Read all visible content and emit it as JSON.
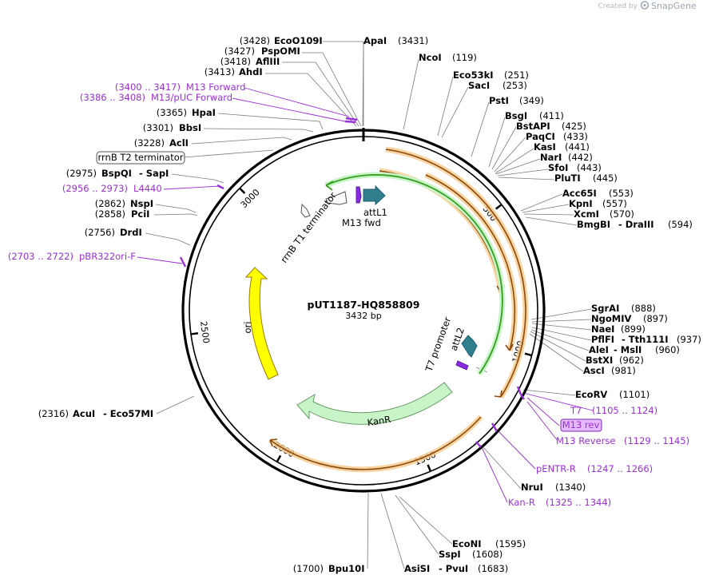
{
  "plasmid": {
    "name": "pUT1187-HQ858809",
    "length": "3432 bp"
  },
  "branding": {
    "created_by": "Created by",
    "product": "SnapGene"
  },
  "ticks": [
    {
      "bp": 500,
      "label": "500"
    },
    {
      "bp": 1000,
      "label": "1000"
    },
    {
      "bp": 1500,
      "label": "1500"
    },
    {
      "bp": 2000,
      "label": "2000"
    },
    {
      "bp": 2500,
      "label": "2500"
    },
    {
      "bp": 3000,
      "label": "3000"
    }
  ],
  "enzymes": [
    {
      "pos": "(3428)",
      "name": "EcoO109I"
    },
    {
      "pos": "(3427)",
      "name": "PspOMI"
    },
    {
      "pos": "(3418)",
      "name": "AflIII"
    },
    {
      "pos": "(3413)",
      "name": "AhdI"
    },
    {
      "pos": "(3365)",
      "name": "HpaI"
    },
    {
      "pos": "(3301)",
      "name": "BbsI"
    },
    {
      "pos": "(3228)",
      "name": "AclI"
    },
    {
      "pos": "(2975)",
      "name": "BspQI",
      "extra": "- SapI"
    },
    {
      "pos": "(2862)",
      "name": "NspI"
    },
    {
      "pos": "(2858)",
      "name": "PciI"
    },
    {
      "pos": "(2756)",
      "name": "DrdI"
    },
    {
      "pos": "(2316)",
      "name": "AcuI",
      "extra": "- Eco57MI"
    },
    {
      "pos": "(1700)",
      "name": "Bpu10I"
    },
    {
      "name": "ApaI",
      "pos": "(3431)"
    },
    {
      "name": "NcoI",
      "pos": "(119)"
    },
    {
      "name": "Eco53kI",
      "pos": "(251)"
    },
    {
      "name": "SacI",
      "pos": "(253)"
    },
    {
      "name": "PstI",
      "pos": "(349)"
    },
    {
      "name": "BsgI",
      "pos": "(411)"
    },
    {
      "name": "BstAPI",
      "pos": "(425)"
    },
    {
      "name": "PaqCI",
      "pos": "(433)"
    },
    {
      "name": "KasI",
      "pos": "(441)"
    },
    {
      "name": "NarI",
      "pos": "(442)"
    },
    {
      "name": "SfoI",
      "pos": "(443)"
    },
    {
      "name": "PluTI",
      "pos": "(445)"
    },
    {
      "name": "Acc65I",
      "pos": "(553)"
    },
    {
      "name": "KpnI",
      "pos": "(557)"
    },
    {
      "name": "XcmI",
      "pos": "(570)"
    },
    {
      "name": "BmgBI",
      "extra": "- DraIII",
      "pos": "(594)"
    },
    {
      "name": "SgrAI",
      "pos": "(888)"
    },
    {
      "name": "NgoMIV",
      "pos": "(897)"
    },
    {
      "name": "NaeI",
      "pos": "(899)"
    },
    {
      "name": "PflFI",
      "extra": "- Tth111I",
      "pos": "(937)"
    },
    {
      "name": "AleI",
      "extra": "- MslI",
      "pos": "(960)"
    },
    {
      "name": "BstXI",
      "pos": "(962)"
    },
    {
      "name": "AscI",
      "pos": "(981)"
    },
    {
      "name": "EcoRV",
      "pos": "(1101)"
    },
    {
      "name": "NruI",
      "pos": "(1340)"
    },
    {
      "name": "EcoNI",
      "pos": "(1595)"
    },
    {
      "name": "SspI",
      "pos": "(1608)"
    },
    {
      "name": "AsiSI",
      "extra": "- PvuI",
      "pos": "(1683)"
    }
  ],
  "primers": [
    {
      "range": "(3400 .. 3417)",
      "name": "M13 Forward"
    },
    {
      "range": "(3386 .. 3408)",
      "name": "M13/pUC Forward"
    },
    {
      "range": "(2956 .. 2973)",
      "name": "L4440"
    },
    {
      "range": "(2703 .. 2722)",
      "name": "pBR322ori-F"
    },
    {
      "name": "T7",
      "range": "(1105 .. 1124)"
    },
    {
      "name": "M13 rev"
    },
    {
      "name": "M13 Reverse",
      "range": "(1129 .. 1145)"
    },
    {
      "name": "pENTR-R",
      "range": "(1247 .. 1266)"
    },
    {
      "name": "Kan-R",
      "range": "(1325 .. 1344)"
    }
  ],
  "features": {
    "outer_box": "rrnB T2 terminator",
    "rrnB_T1": "rrnB T1 terminator",
    "m13_fwd": "M13 fwd",
    "attL1": "attL1",
    "attL2": "attL2",
    "t7_promoter": "T7 promoter",
    "kanr": "KanR",
    "ori": "ori"
  },
  "colors": {
    "primer": "#9a2fd6",
    "orf_orange": "#d98a2a",
    "kanr_fill": "#c8f5c8",
    "ori_fill": "#ffff00",
    "green_arc": "#3a9d23",
    "teal": "#2f7f8f"
  }
}
